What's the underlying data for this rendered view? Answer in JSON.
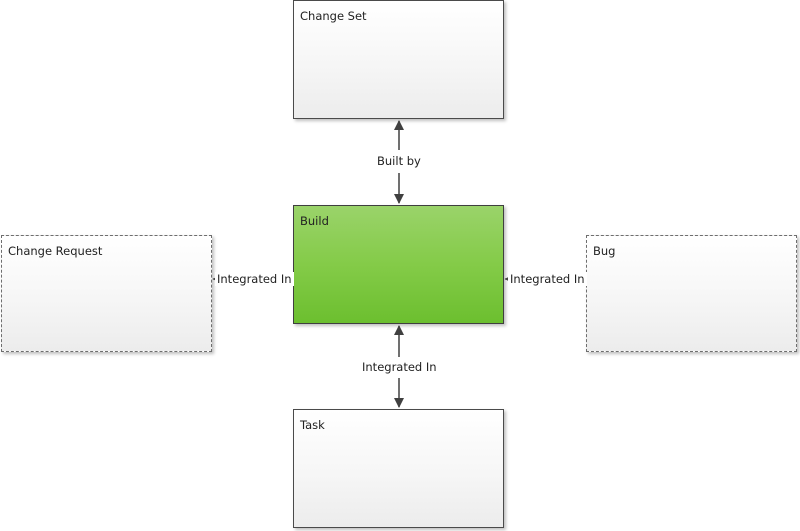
{
  "nodes": {
    "change_set": {
      "label": "Change Set"
    },
    "build": {
      "label": "Build",
      "fill": "#84cb48"
    },
    "change_request": {
      "label": "Change Request"
    },
    "bug": {
      "label": "Bug"
    },
    "task": {
      "label": "Task"
    }
  },
  "edges": {
    "build_change_set": {
      "label": "Built by"
    },
    "build_change_request": {
      "label": "Integrated In"
    },
    "build_bug": {
      "label": "Integrated In"
    },
    "build_task": {
      "label": "Integrated In"
    }
  },
  "colors": {
    "build_fill": "#84cb48",
    "connector": "#404040",
    "node_border": "#4a4a4a"
  }
}
